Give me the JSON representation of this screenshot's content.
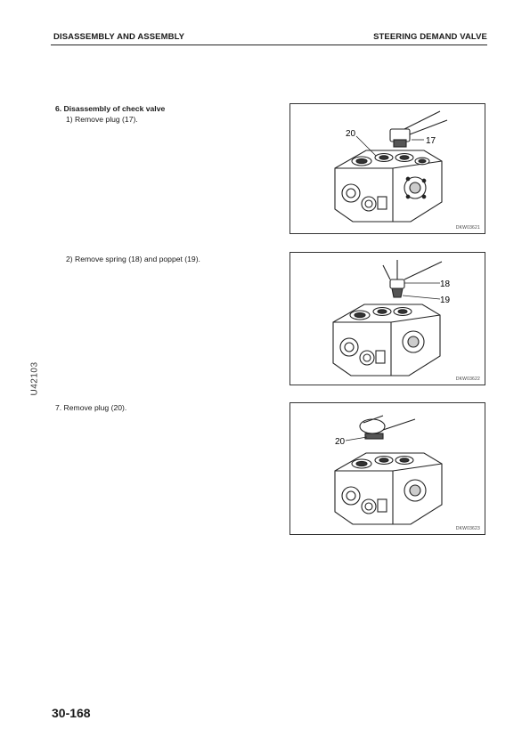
{
  "header": {
    "left": "DISASSEMBLY AND ASSEMBLY",
    "right": "STEERING DEMAND VALVE"
  },
  "steps": {
    "step6_title": "6.  Disassembly of check valve",
    "step6_1": "1)  Remove plug (17).",
    "step6_2": "2)  Remove spring (18) and poppet (19).",
    "step7": "7.  Remove plug (20)."
  },
  "figures": [
    {
      "labels": [
        "20",
        "17"
      ],
      "code": "DKW03621"
    },
    {
      "labels": [
        "18",
        "19"
      ],
      "code": "DKW03622"
    },
    {
      "labels": [
        "20"
      ],
      "code": "DKW03623"
    }
  ],
  "side_code": "U42103",
  "page_number": "30-168"
}
